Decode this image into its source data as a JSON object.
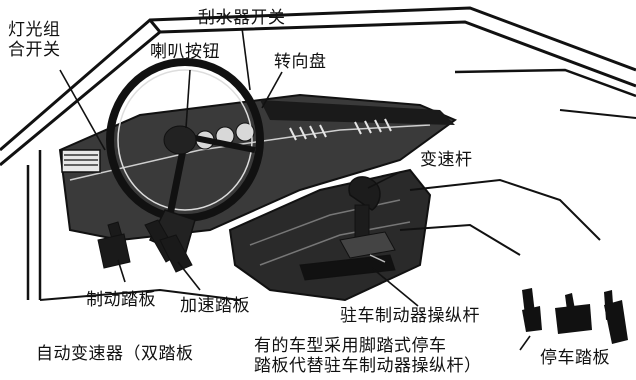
{
  "labels": {
    "light_switch_line1": "灯光组",
    "light_switch_line2": "合开关",
    "wiper_switch": "刮水器开关",
    "horn_button": "喇叭按钮",
    "steering_wheel": "转向盘",
    "gear_lever": "变速杆",
    "brake_pedal": "制动踏板",
    "accelerator_pedal": "加速踏板",
    "parking_brake_lever": "驻车制动器操纵杆",
    "automatic_transmission": "自动变速器（双踏板",
    "foot_parking_note_line1": "有的车型采用脚踏式停车",
    "foot_parking_note_line2": "踏板代替驻车制动器操纵杆）",
    "parking_pedal": "停车踏板"
  }
}
